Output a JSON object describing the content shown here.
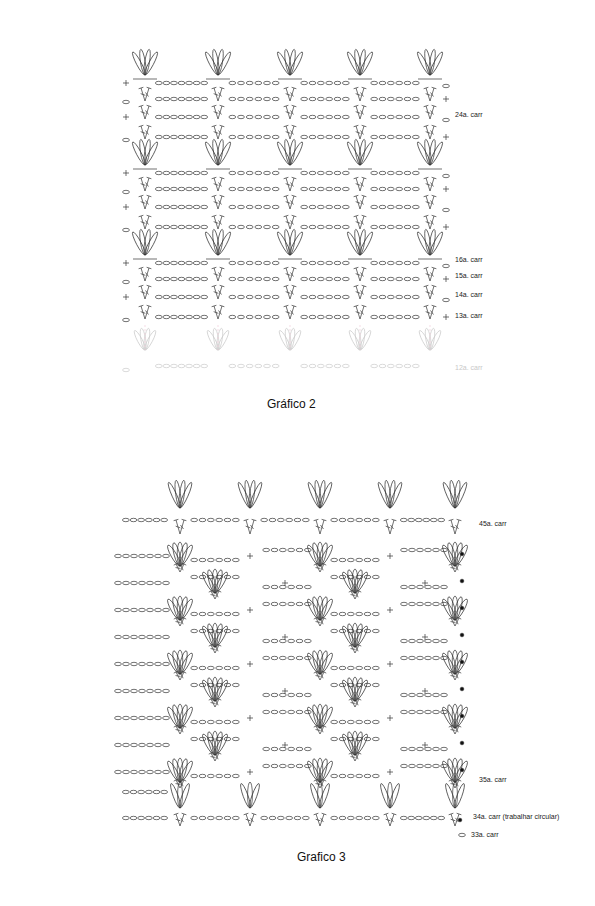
{
  "diagram": {
    "labels": [
      "24a. carr",
      "16a. carr",
      "15a. carr",
      "14a. carr",
      "13a. carr",
      "12a. carr",
      "Gráfico 2",
      "45a. carr",
      "35a. carr",
      "34a. carr (trabalhar circular)",
      "33a. carr",
      "Grafico 3"
    ]
  }
}
